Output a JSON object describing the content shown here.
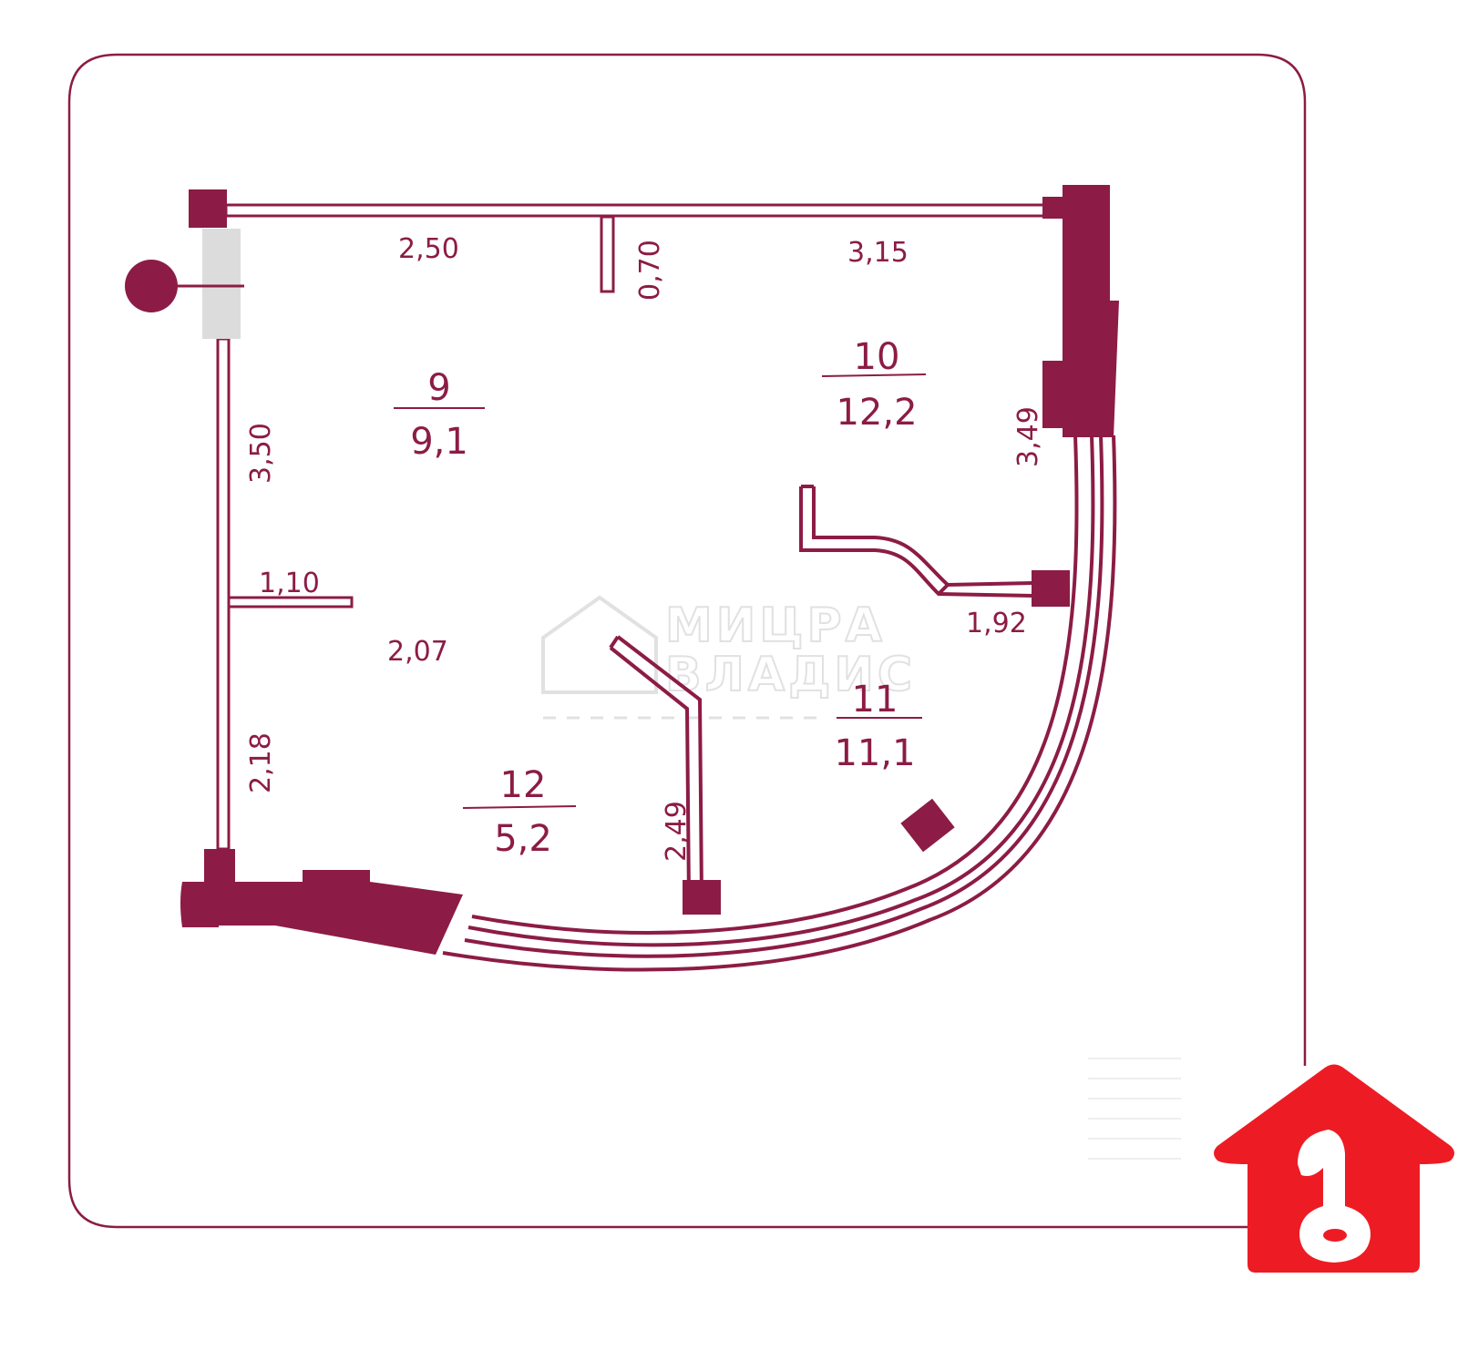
{
  "colors": {
    "wall": "#8c1c45",
    "frame": "#8c1c45",
    "logo": "#ed1c24",
    "watermark": "#c9c9c9",
    "background": "#ffffff"
  },
  "rooms": [
    {
      "number": "9",
      "area": "9,1"
    },
    {
      "number": "10",
      "area": "12,2"
    },
    {
      "number": "11",
      "area": "11,1"
    },
    {
      "number": "12",
      "area": "5,2"
    }
  ],
  "dimensions": {
    "top_left": "2,50",
    "partition_top": "0,70",
    "top_right": "3,15",
    "left_upper": "3,50",
    "right_upper": "3,49",
    "stub_left": "1,10",
    "mid_left": "2,07",
    "room10_bottom": "1,92",
    "left_lower": "2,18",
    "partition_lower": "2,49"
  },
  "watermark": {
    "line1": "МИЦРА",
    "line2": "ВЛАДИС"
  },
  "icons": {
    "entrance": "entrance-marker-icon",
    "logo": "house-key-logo-icon"
  }
}
